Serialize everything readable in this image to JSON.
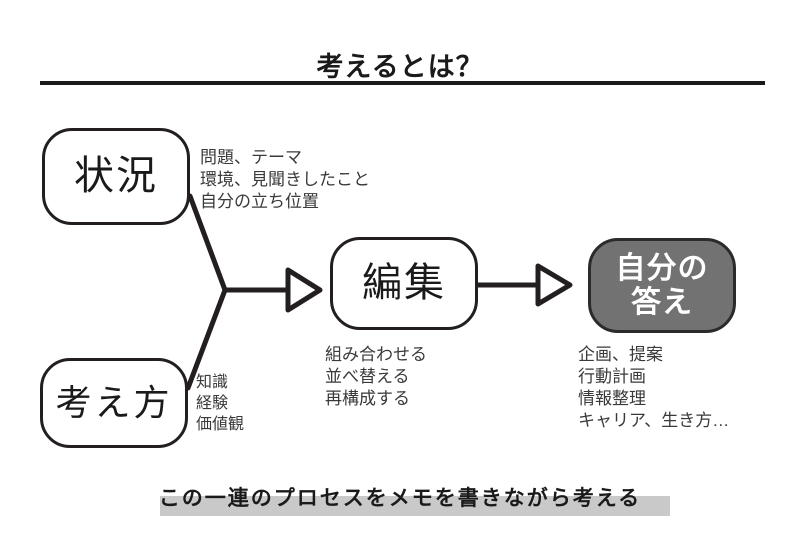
{
  "header": {
    "title": "考えるとは？"
  },
  "nodes": {
    "situation": {
      "label": "状況",
      "annotations": [
        "問題、テーマ",
        "環境、見聞きしたこと",
        "自分の立ち位置"
      ]
    },
    "way_of_thinking": {
      "label": "考え方",
      "annotations": [
        "知識",
        "経験",
        "価値観"
      ]
    },
    "editing": {
      "label": "編集",
      "annotations": [
        "組み合わせる",
        "並べ替える",
        "再構成する"
      ]
    },
    "own_answer": {
      "line1": "自分の",
      "line2": "答え",
      "annotations": [
        "企画、提案",
        "行動計画",
        "情報整理",
        "キャリア、生き方…"
      ]
    }
  },
  "footer": {
    "text": "この一連のプロセスをメモを書きながら考える"
  },
  "colors": {
    "ink": "#231f20",
    "filled_node": "#727272",
    "footer_highlight": "#c9c9c9",
    "annotation_text": "#3a3a3a"
  }
}
